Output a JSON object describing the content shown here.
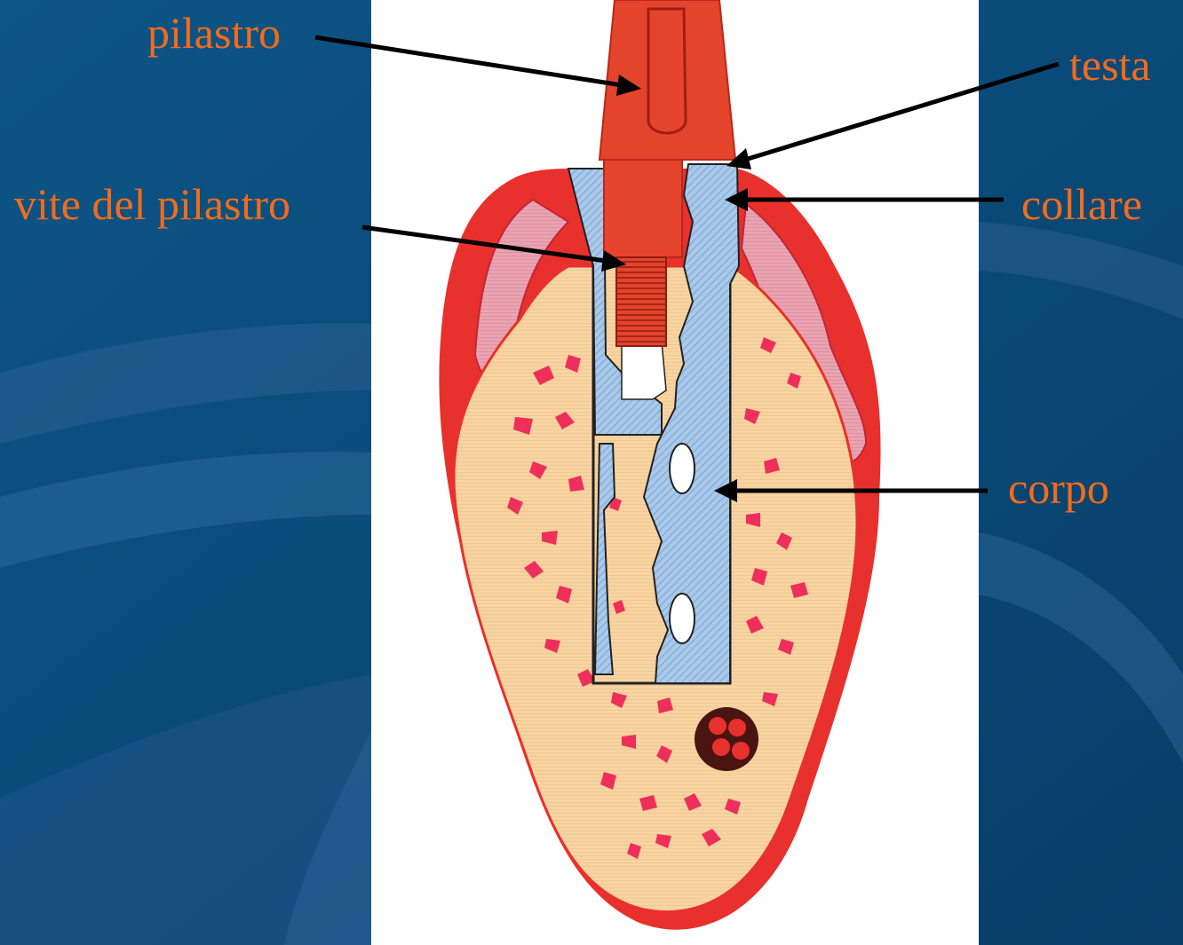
{
  "labels": {
    "pilastro": "pilastro",
    "vite_del_pilastro": "vite del pilastro",
    "testa": "testa",
    "collare": "collare",
    "corpo": "corpo"
  },
  "colors": {
    "background": "#0b4f7e",
    "background_dark": "#06365e",
    "background_light": "#2b6a9a",
    "panel": "#ffffff",
    "label_text": "#f26b1d",
    "leader_line": "#000000",
    "gingiva": "#e8302c",
    "gingiva_light": "#e7a2ad",
    "bone": "#f6cf97",
    "bone_spots": "#ee2f5b",
    "implant": "#9fc3e6",
    "abutment": "#e4432c",
    "canal": "#4a1410"
  },
  "icons": [
    "abutment-illustration",
    "implant-body-illustration",
    "jaw-bone-illustration",
    "mandibular-canal-illustration"
  ]
}
